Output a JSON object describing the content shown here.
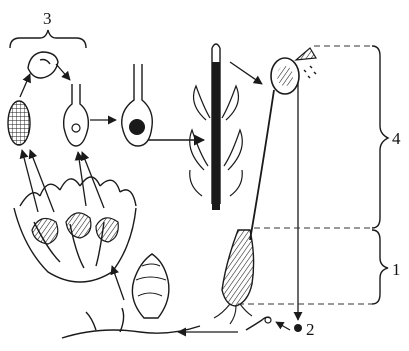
{
  "figure": {
    "labels": {
      "one": "1",
      "two": "2",
      "three": "3",
      "four": "4"
    },
    "colors": {
      "ink": "#1a1a1a",
      "dashed_guide": "#333333",
      "background": "#ffffff"
    }
  }
}
